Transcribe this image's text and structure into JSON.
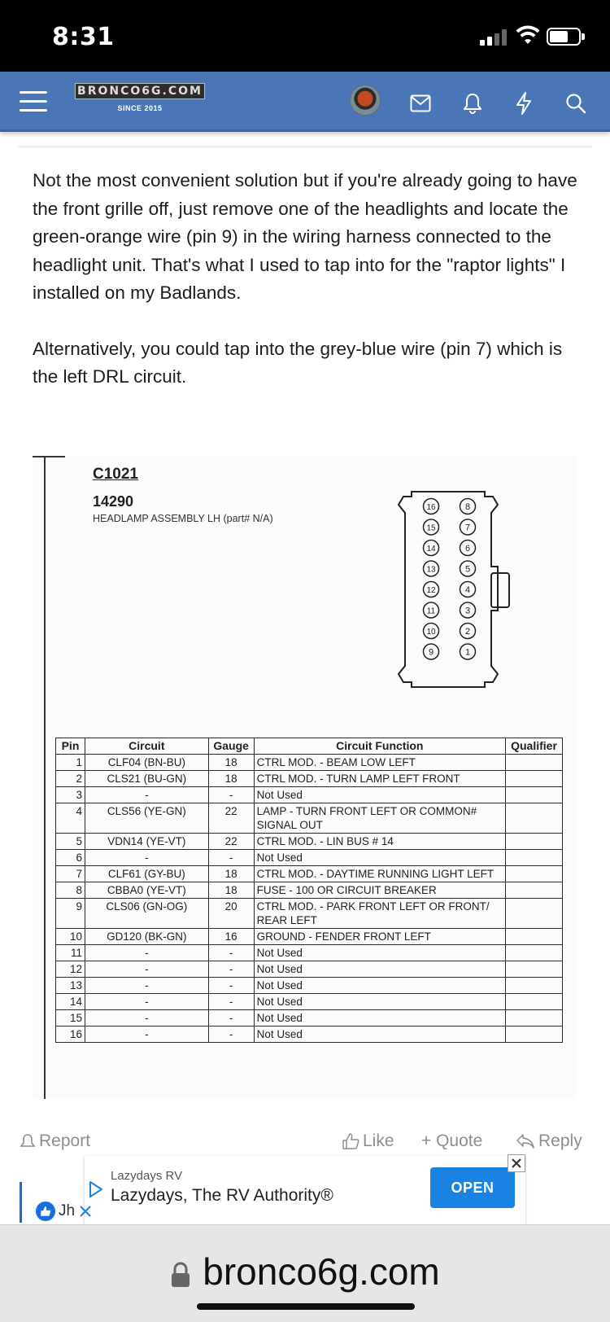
{
  "status_bar": {
    "time": "8:31"
  },
  "header": {
    "logo_text": "BRONCO6G.COM",
    "logo_since": "SINCE 2015"
  },
  "post": {
    "paragraphs": [
      "Not the most convenient solution but if you're already going to have the front grille off, just remove one of the headlights and locate the green-orange wire (pin 9) in the wiring harness connected to the headlight unit. That's what I used to tap into for the \"raptor lights\" I installed on my Badlands.",
      "Alternatively, you could tap into the grey-blue wire (pin 7) which is the left DRL circuit."
    ]
  },
  "diagram": {
    "connector_id": "C1021",
    "part_number": "14290",
    "assembly": "HEADLAMP ASSEMBLY LH (part# N/A)",
    "connector_pins_left": [
      "16",
      "15",
      "14",
      "13",
      "12",
      "11",
      "10",
      "9"
    ],
    "connector_pins_right": [
      "8",
      "7",
      "6",
      "5",
      "4",
      "3",
      "2",
      "1"
    ],
    "table": {
      "headers": [
        "Pin",
        "Circuit",
        "Gauge",
        "Circuit Function",
        "Qualifier"
      ],
      "rows": [
        [
          "1",
          "CLF04 (BN-BU)",
          "18",
          "CTRL MOD. - BEAM LOW LEFT",
          ""
        ],
        [
          "2",
          "CLS21 (BU-GN)",
          "18",
          "CTRL MOD. - TURN LAMP LEFT FRONT",
          ""
        ],
        [
          "3",
          "-",
          "-",
          "Not Used",
          ""
        ],
        [
          "4",
          "CLS56 (YE-GN)",
          "22",
          "LAMP - TURN FRONT LEFT OR COMMON#\nSIGNAL OUT",
          ""
        ],
        [
          "5",
          "VDN14 (YE-VT)",
          "22",
          "CTRL MOD. - LIN BUS # 14",
          ""
        ],
        [
          "6",
          "-",
          "-",
          "Not Used",
          ""
        ],
        [
          "7",
          "CLF61 (GY-BU)",
          "18",
          "CTRL MOD. - DAYTIME RUNNING LIGHT LEFT",
          ""
        ],
        [
          "8",
          "CBBA0 (YE-VT)",
          "18",
          "FUSE - 100 OR CIRCUIT BREAKER",
          ""
        ],
        [
          "9",
          "CLS06 (GN-OG)",
          "20",
          "CTRL MOD. - PARK FRONT LEFT OR FRONT/\nREAR LEFT",
          ""
        ],
        [
          "10",
          "GD120 (BK-GN)",
          "16",
          "GROUND - FENDER FRONT LEFT",
          ""
        ],
        [
          "11",
          "-",
          "-",
          "Not Used",
          ""
        ],
        [
          "12",
          "-",
          "-",
          "Not Used",
          ""
        ],
        [
          "13",
          "-",
          "-",
          "Not Used",
          ""
        ],
        [
          "14",
          "-",
          "-",
          "Not Used",
          ""
        ],
        [
          "15",
          "-",
          "-",
          "Not Used",
          ""
        ],
        [
          "16",
          "-",
          "-",
          "Not Used",
          ""
        ]
      ]
    }
  },
  "actions": {
    "report": "Report",
    "like": "Like",
    "quote": "+ Quote",
    "reply": "Reply"
  },
  "ad": {
    "sponsor": "Lazydays RV",
    "title": "Lazydays, The RV Authority®",
    "cta": "OPEN"
  },
  "like_pill": {
    "label": "Jh"
  },
  "browser": {
    "url": "bronco6g.com"
  },
  "colors": {
    "header_bg": "#4a76b8",
    "cta_bg": "#1a82e2",
    "like_blue": "#1a6ee0"
  }
}
